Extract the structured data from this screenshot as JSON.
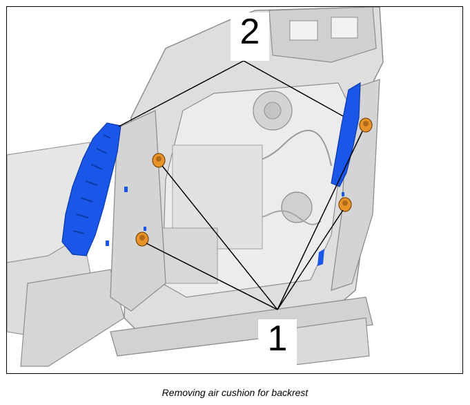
{
  "caption": "Removing air cushion for backrest",
  "callouts": {
    "label_1": "1",
    "label_2": "2"
  },
  "colors": {
    "frame_gray": "#d6d6d6",
    "frame_stroke": "#9a9a9a",
    "air_cushion_blue": "#1a57e8",
    "nut_orange": "#e8932a",
    "leader_line": "#000000"
  }
}
